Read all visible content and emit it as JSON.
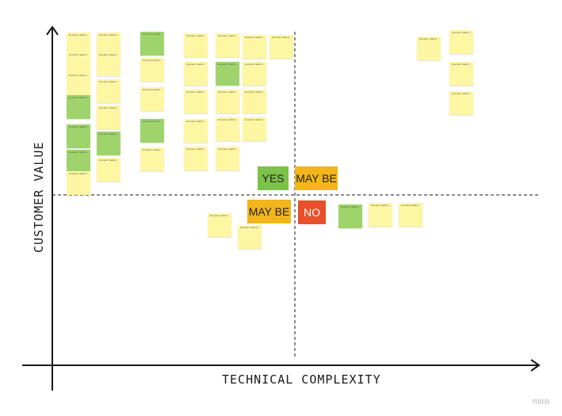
{
  "axes": {
    "y_label": "CUSTOMER VALUE",
    "x_label": "TECHNICAL COMPLEXITY"
  },
  "quadrants": {
    "yes": "YES",
    "maybe_top": "MAY BE",
    "maybe_bottom": "MAY BE",
    "no": "NO"
  },
  "colors": {
    "axis": "#1a1a1a",
    "yellow_note": "#fdf6a3",
    "green_note": "#9fd36b",
    "yes": "#7cc24a",
    "maybe": "#f2b51b",
    "no": "#e8502b"
  },
  "notes": {
    "n01": "As a user, I want to...",
    "n02": "As a user, I want to...",
    "n03": "As a user, I want to...",
    "n04": "As a user, I want to...",
    "n05": "As a user, I want to...",
    "n06": "As a user, I want to...",
    "n07": "As a user, I want to...",
    "n08": "As a user, I want to...",
    "n09": "As a user, I want to...",
    "n10": "As a user, I want to...",
    "n11": "As a user, I want to...",
    "n12": "As a user, I want to...",
    "n13": "As a user, I want to...",
    "n14": "As a user, I want to...",
    "n15": "As a user, I want to...",
    "n16": "As a user, I want to...",
    "n17": "As a user, I want to...",
    "n18": "As a user, I want to...",
    "n19": "As a user, I want to...",
    "n20": "As a user, I want to...",
    "n21": "As a user, I want to...",
    "n22": "As a user, I want to...",
    "n23": "As a user, I want to...",
    "n24": "As a user, I want to...",
    "n25": "As a user, I want to...",
    "n26": "As a user, I want to...",
    "n27": "As a user, I want to...",
    "n28": "As a user, I want to...",
    "n29": "As a user, I want to...",
    "n30": "As a user, I want to...",
    "n31": "As a user, I want to...",
    "n32": "As a user, I want to...",
    "n33": "As a user, I want to...",
    "n34": "As a user, I want to...",
    "n35": "As a user, I want to...",
    "n36": "As a user, I want to...",
    "n37": "As a user, I want to...",
    "n38": "As a user, I want to...",
    "n39": "As a user, I want to...",
    "n40": "As a user, I want to...",
    "n41": "As a user, I want to...",
    "n42": "As a user, I want to..."
  },
  "watermark": "miro"
}
